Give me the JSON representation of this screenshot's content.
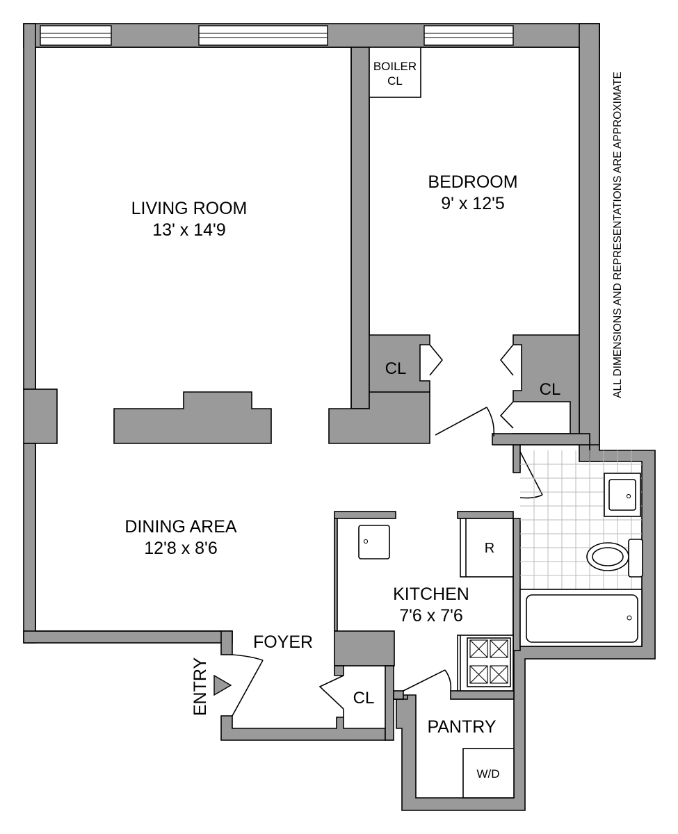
{
  "rooms": {
    "living_room": {
      "name": "LIVING ROOM",
      "dims": "13' x 14'9"
    },
    "bedroom": {
      "name": "BEDROOM",
      "dims": "9' x 12'5"
    },
    "dining_area": {
      "name": "DINING AREA",
      "dims": "12'8 x 8'6"
    },
    "kitchen": {
      "name": "KITCHEN",
      "dims": "7'6 x 7'6"
    },
    "foyer": {
      "name": "FOYER"
    },
    "pantry": {
      "name": "PANTRY"
    },
    "entry": {
      "name": "ENTRY"
    }
  },
  "closets": {
    "boiler": [
      "BOILER",
      "CL"
    ],
    "bedroom_left": "CL",
    "bedroom_right": "CL",
    "foyer": "CL"
  },
  "fixtures": {
    "refrigerator": "R",
    "washer_dryer": "W/D"
  },
  "disclaimer": "ALL DIMENSIONS AND REPRESENTATIONS ARE APPROXIMATE",
  "colors": {
    "wall": "#9a9a9a",
    "tile_grid": "#bbbbbb",
    "line": "#000000"
  }
}
